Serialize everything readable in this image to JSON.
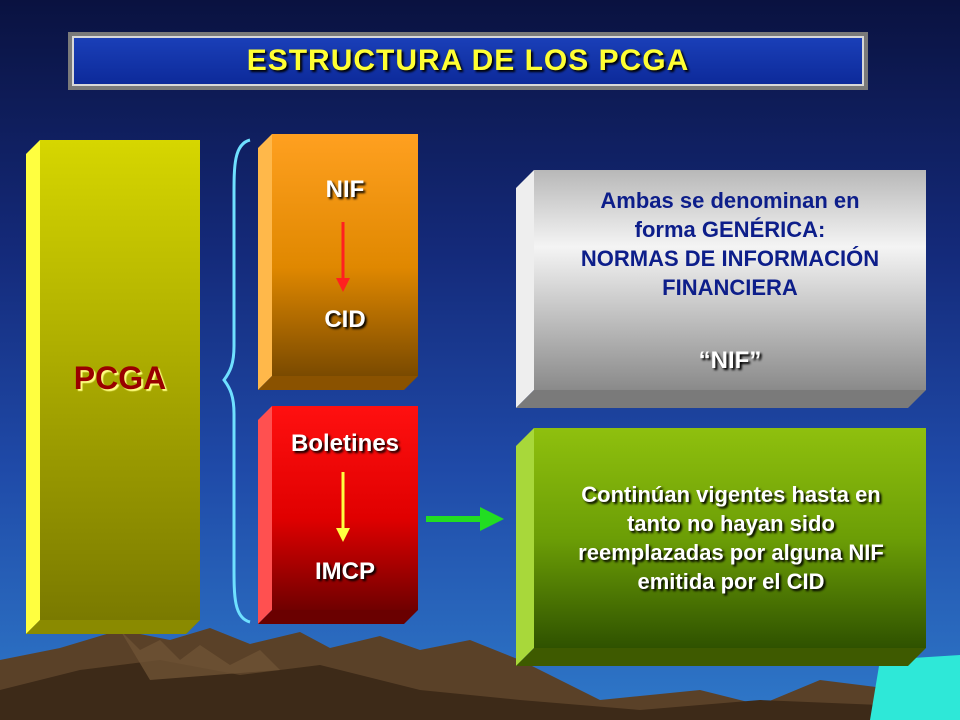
{
  "title": "ESTRUCTURA DE  LOS PCGA",
  "pcga": {
    "label": "PCGA"
  },
  "nif_block": {
    "top": "NIF",
    "bottom": "CID"
  },
  "boletines_block": {
    "top": "Boletines",
    "bottom": "IMCP"
  },
  "gray_box": {
    "lines": [
      "Ambas se denominan en",
      "forma GENÉRICA:",
      "NORMAS DE INFORMACIÓN",
      "FINANCIERA"
    ],
    "quote": "“NIF”"
  },
  "green_box": {
    "lines": [
      "Continúan vigentes hasta en",
      "tanto no hayan sido",
      "reemplazadas por alguna NIF",
      "emitida por el CID"
    ]
  },
  "colors": {
    "title_text": "#ffff33",
    "pcga_face": "#d6d600",
    "nif_face": "#f0900a",
    "boletines_face": "#ee0000",
    "green_face": "#7fae0a",
    "gray_face": "#d9d9d9",
    "red_arrow": "#ff2020",
    "yellow_arrow": "#ffff40",
    "green_arrow": "#22dd22"
  }
}
